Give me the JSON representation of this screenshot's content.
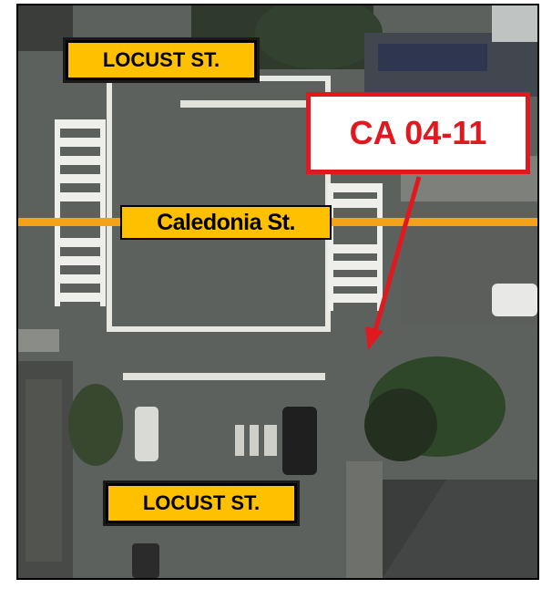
{
  "labels": {
    "locust_top": "LOCUST ST.",
    "caledonia": "Caledonia St.",
    "callout": "CA 04-11",
    "locust_bottom": "LOCUST ST."
  },
  "colors": {
    "street_line": "#f5a21b",
    "label_fill": "#ffc000",
    "callout_red": "#e0181f",
    "callout_fill": "#ffffff"
  }
}
